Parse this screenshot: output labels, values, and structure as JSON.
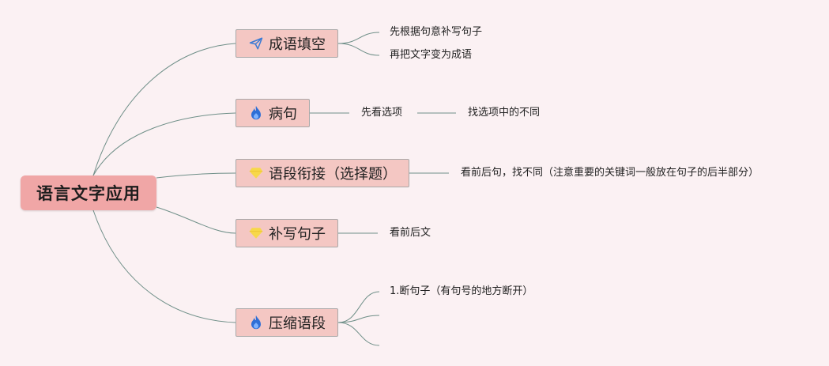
{
  "root": {
    "label": "语言文字应用"
  },
  "branches": [
    {
      "label": "成语填空",
      "icon": "paper-plane-icon",
      "children": [
        "先根据句意补写句子",
        "再把文字变为成语"
      ]
    },
    {
      "label": "病句",
      "icon": "fire-icon",
      "children": [
        "先看选项",
        "找选项中的不同"
      ]
    },
    {
      "label": "语段衔接（选择题）",
      "icon": "diamond-icon",
      "children": [
        "看前后句，找不同（注意重要的关键词一般放在句子的后半部分）"
      ]
    },
    {
      "label": "补写句子",
      "icon": "diamond-icon",
      "children": [
        "看前后文"
      ]
    },
    {
      "label": "压缩语段",
      "icon": "fire-icon",
      "children": [
        "1.断句子（有句号的地方断开）",
        "",
        ""
      ]
    }
  ],
  "colors": {
    "background": "#fbf1f3",
    "root_fill": "#f0a6a6",
    "branch_fill": "#f4c7c3",
    "line": "#6f8f88"
  }
}
